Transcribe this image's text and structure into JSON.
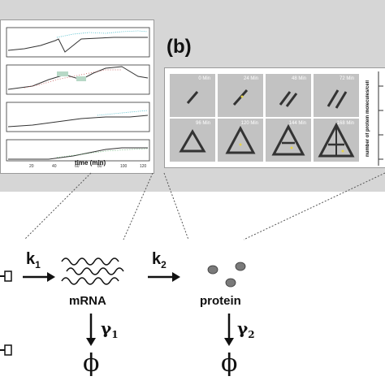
{
  "panel_a": {
    "x_axis_label": "time (min)",
    "tick_labels": [
      "20",
      "40",
      "60",
      "80",
      "100",
      "120"
    ]
  },
  "panel_b": {
    "label": "(b)",
    "time_labels": [
      "0 Min",
      "24 Min",
      "48 Min",
      "72 Min",
      "96 Min",
      "120 Min",
      "144 Min",
      "168 Min"
    ],
    "y_axis_label": "number of protein molecules/cell"
  },
  "scheme": {
    "k1_symbol": "k",
    "k1_sub": "1",
    "k2_symbol": "k",
    "k2_sub": "2",
    "gamma1_symbol": "γ",
    "gamma1_sub": "1",
    "gamma2_symbol": "γ",
    "gamma2_sub": "2",
    "mrna_label": "mRNA",
    "protein_label": "protein",
    "degradation_symbol": "ϕ"
  },
  "colors": {
    "background_band": "#d6d6d6",
    "protein_dot": "#7a7a7a",
    "ink": "#111111"
  }
}
